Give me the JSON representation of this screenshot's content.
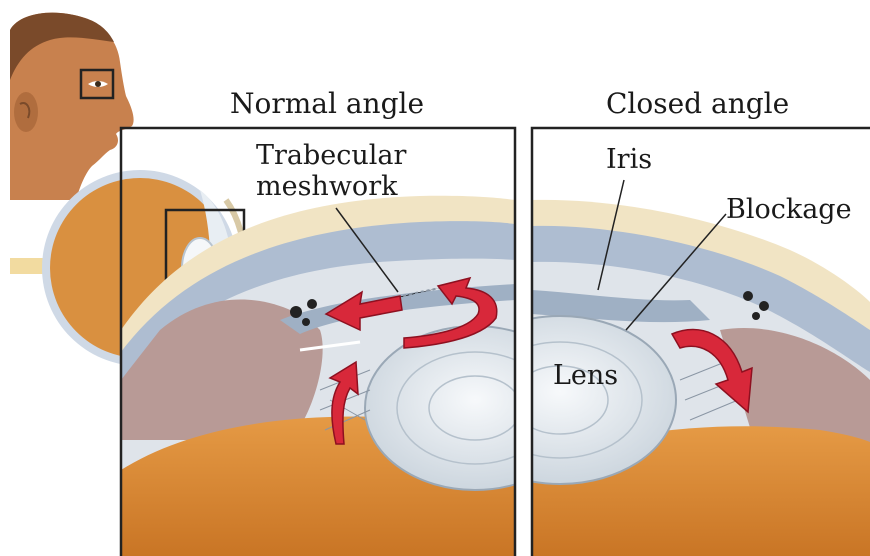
{
  "panels": {
    "left": {
      "title": "Normal angle"
    },
    "right": {
      "title": "Closed angle"
    }
  },
  "labels": {
    "trabecular_line1": "Trabecular",
    "trabecular_line2": "meshwork",
    "iris": "Iris",
    "blockage": "Blockage",
    "lens": "Lens"
  },
  "palette": {
    "skin": "#c8814e",
    "vitreous_orange": "#db8a3a",
    "lens_white": "#e9eef2",
    "cornea": "#f1e4c4",
    "sclera_blue": "#aebdd1",
    "ciliary_tissue": "#b89a96",
    "flow_arrow": "#d8283a",
    "frame": "#222222"
  },
  "icons": [
    "head-profile-illustration",
    "eyeball-cross-section-illustration",
    "flow-arrow-icon"
  ]
}
